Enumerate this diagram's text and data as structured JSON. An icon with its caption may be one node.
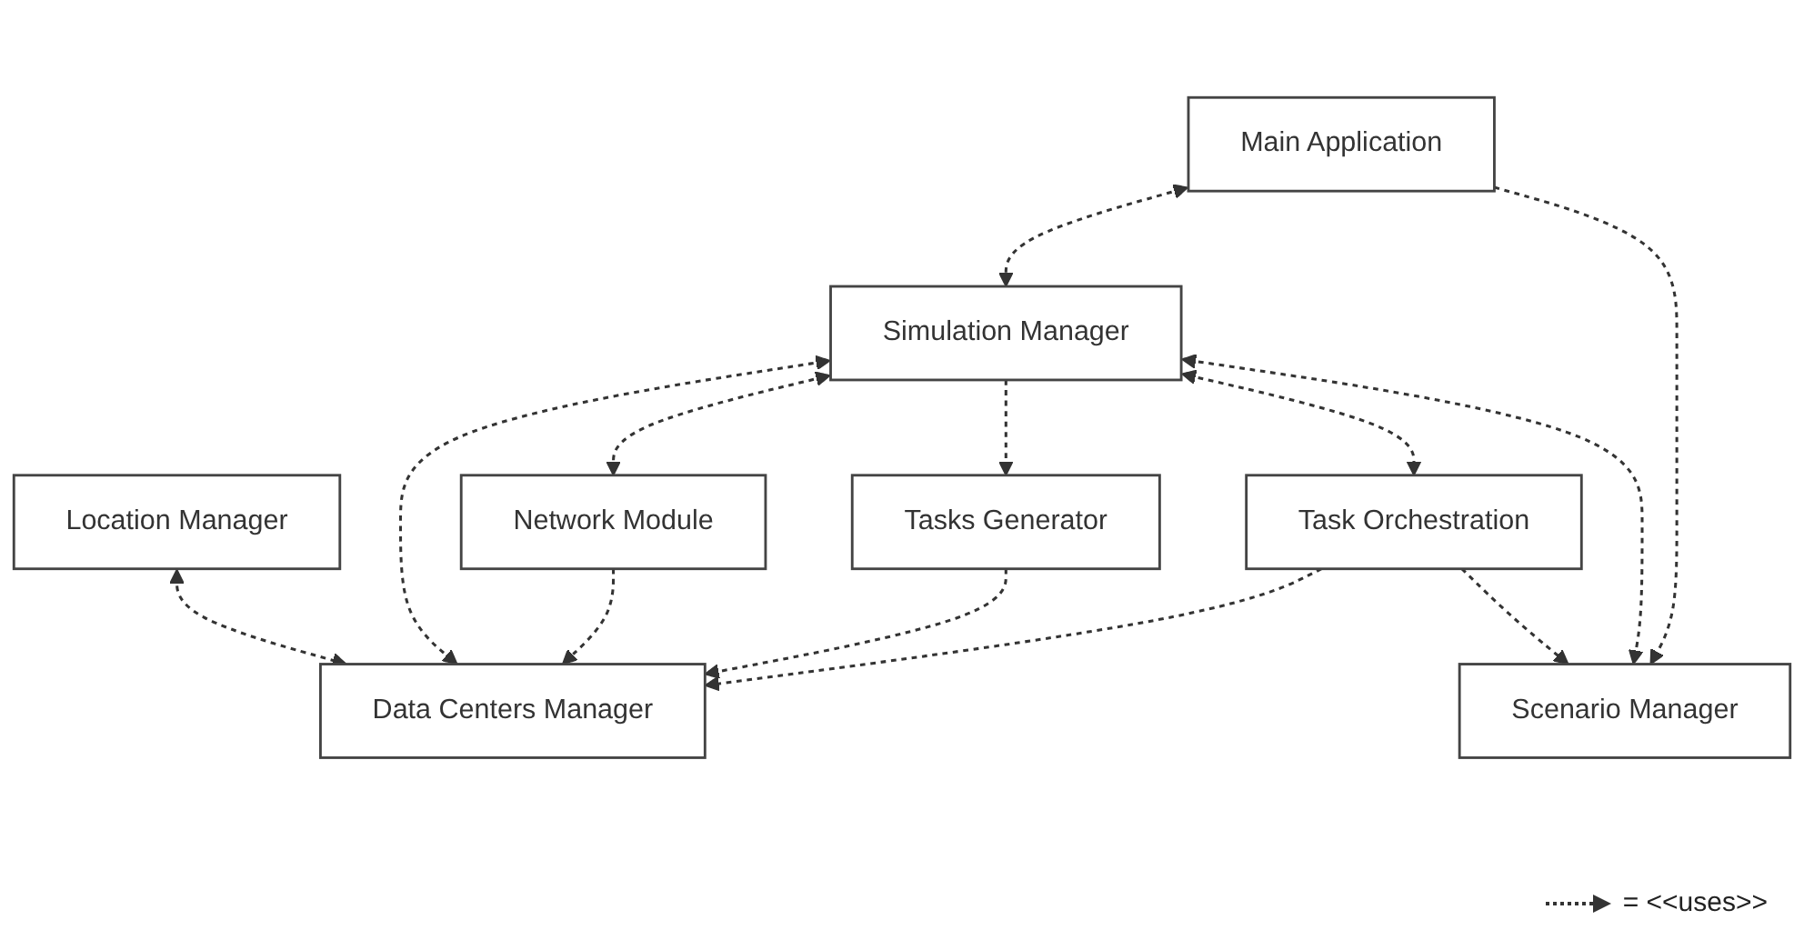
{
  "diagram": {
    "nodes": [
      {
        "text": [
          "Main Application"
        ]
      },
      {
        "text": [
          "Scenario Manager"
        ]
      },
      {
        "text": [
          "Location Manager"
        ]
      },
      {
        "text": [
          "Simulation Manager"
        ]
      },
      {
        "text": [
          "Task Orchestration"
        ]
      },
      {
        "text": [
          "Tasks Generator"
        ]
      },
      {
        "text": [
          "Network Module"
        ]
      },
      {
        "text": [
          "Data Centers Manager"
        ]
      }
    ],
    "edges": [
      {
        "from": 0,
        "to": 1,
        "arrow": "to",
        "style": "dashed"
      },
      {
        "from": 0,
        "to": 3,
        "arrow": "both",
        "style": "dashed"
      },
      {
        "from": 3,
        "to": 1,
        "arrow": "both",
        "style": "dashed"
      },
      {
        "from": 4,
        "to": 1,
        "arrow": "to",
        "style": "dashed"
      },
      {
        "from": 3,
        "to": 4,
        "arrow": "both",
        "style": "dashed"
      },
      {
        "from": 3,
        "to": 5,
        "arrow": "to",
        "style": "dashed"
      },
      {
        "from": 3,
        "to": 6,
        "arrow": "both",
        "style": "dashed"
      },
      {
        "from": 3,
        "to": 7,
        "arrow": "both",
        "style": "dashed"
      },
      {
        "from": 5,
        "to": 7,
        "arrow": "to",
        "style": "dashed"
      },
      {
        "from": 6,
        "to": 7,
        "arrow": "to",
        "style": "dashed"
      },
      {
        "from": 4,
        "to": 7,
        "arrow": "to",
        "style": "dashed"
      },
      {
        "from": 2,
        "to": 7,
        "arrow": "both",
        "style": "dashed"
      }
    ],
    "legend": [
      {
        "text": "= <<uses>>"
      }
    ]
  }
}
